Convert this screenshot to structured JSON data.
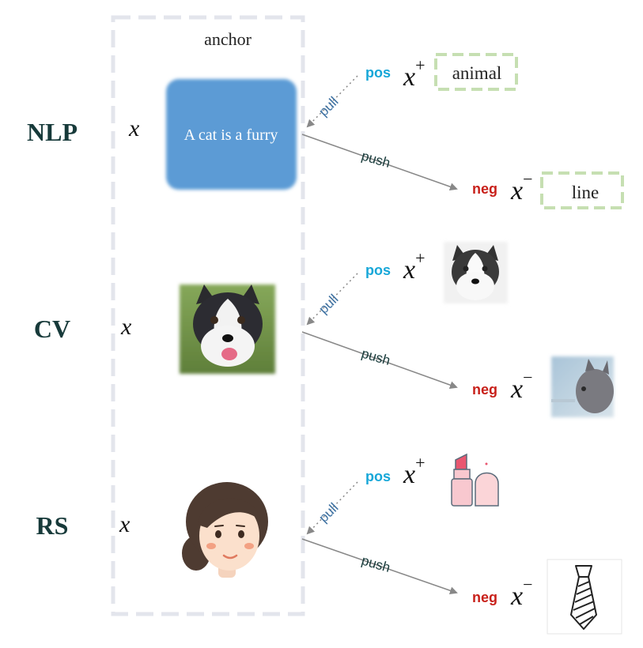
{
  "anchor_label": "anchor",
  "symbols": {
    "x": "x",
    "plus": "+",
    "minus": "−"
  },
  "arrow_labels": {
    "pull": "pull",
    "push": "push"
  },
  "tags": {
    "pos": "pos",
    "neg": "neg"
  },
  "rows": [
    {
      "domain": "NLP",
      "anchor_text": "A cat is a furry",
      "pos_text": "animal",
      "neg_text": "line"
    },
    {
      "domain": "CV"
    },
    {
      "domain": "RS"
    }
  ],
  "colors": {
    "domain_text": "#173a3a",
    "pos_tag": "#17a7d8",
    "neg_tag": "#c8201a",
    "pull_label": "#3b6fa0",
    "push_label": "#173a3a",
    "arrow": "#888888",
    "dashed_frame": "#e3e5ec",
    "text_box_border": "#c6dfb2",
    "anchor_box": "#5b9bd5"
  }
}
